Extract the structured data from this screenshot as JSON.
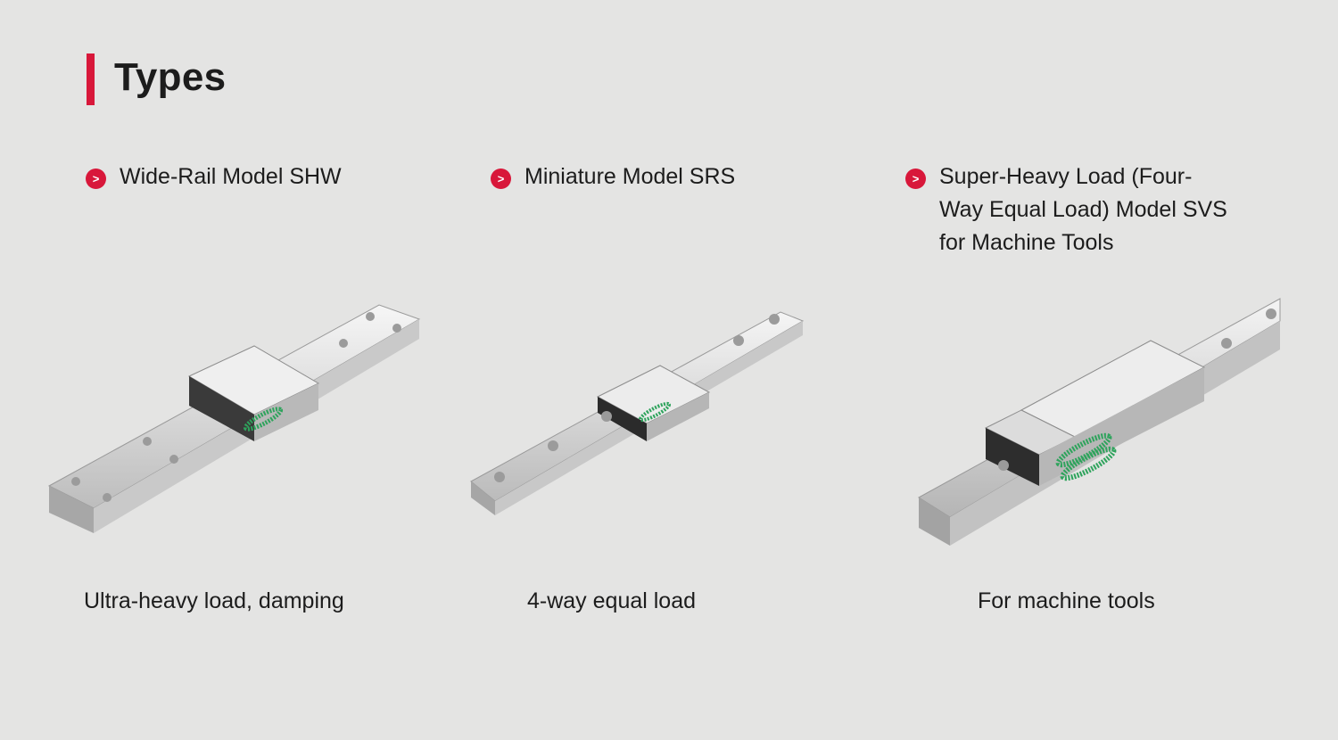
{
  "page": {
    "title": "Types",
    "accent": "#d8173a",
    "background": "#e4e4e3"
  },
  "bullet_glyph": ">",
  "models": [
    {
      "name": "Wide-Rail Model SHW",
      "caption": "Ultra-heavy load, damping",
      "image": "wide-rail-guide-shw"
    },
    {
      "name": "Miniature Model SRS",
      "caption": "4-way equal load",
      "image": "miniature-guide-srs"
    },
    {
      "name": "Super-Heavy Load (Four-\nWay Equal Load) Model SVS\nfor Machine Tools",
      "caption": "For machine tools",
      "image": "super-heavy-guide-svs"
    }
  ]
}
